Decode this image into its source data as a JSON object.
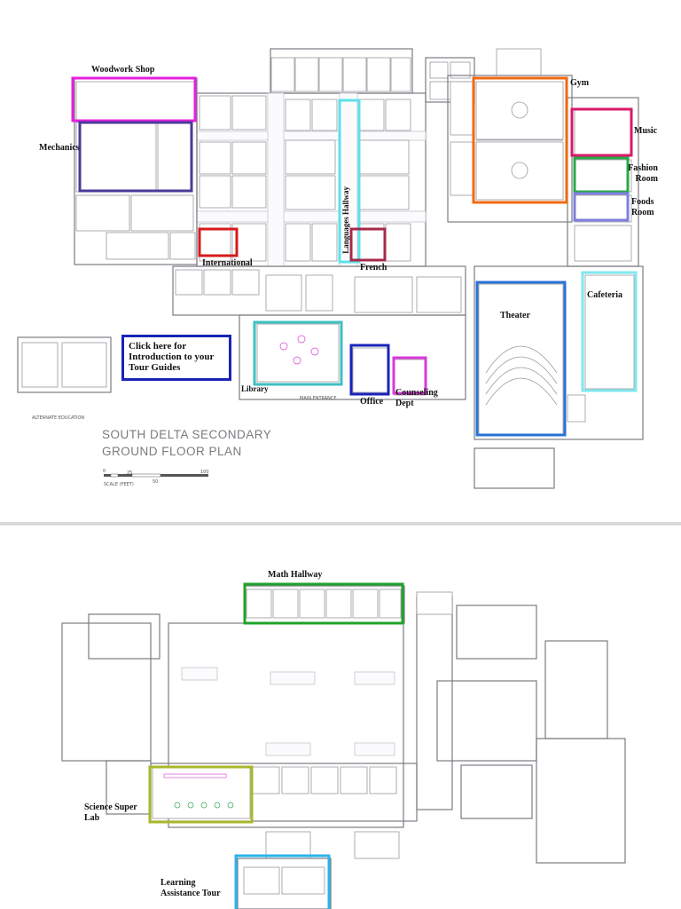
{
  "ground_floor": {
    "title_line1": "SOUTH DELTA SECONDARY",
    "title_line2": "GROUND FLOOR PLAN",
    "alternate_education": "ALTERNATE EDUCATION",
    "scale_caption": "SCALE (FEET)",
    "scale_ticks": [
      "0",
      "25",
      "50",
      "100"
    ],
    "main_entrance": "MAIN ENTRANCE",
    "intro_link": "Click here for Introduction to your Tour Guides",
    "areas": {
      "woodwork_shop": "Woodwork Shop",
      "mechanics": "Mechanics",
      "international": "International",
      "languages_hallway": "Languages Hallway",
      "french": "French",
      "gym": "Gym",
      "music": "Music",
      "fashion_room": "Fashion Room",
      "foods_room": "Foods Room",
      "theater": "Theater",
      "cafeteria": "Cafeteria",
      "library": "Library",
      "office": "Office",
      "counseling_dept": "Counseling Dept"
    }
  },
  "second_floor": {
    "areas": {
      "math_hallway": "Math Hallway",
      "science_super_lab": "Science Super Lab",
      "learning_assistance_tour": "Learning Assistance Tour"
    }
  },
  "highlight_colors": {
    "woodwork_shop": "#e61ee0",
    "mechanics": "#4b3a9a",
    "international": "#d61a1a",
    "languages_hallway": "#5ee0ea",
    "french": "#a52a4a",
    "gym": "#f06a10",
    "music": "#d81a6a",
    "fashion_room": "#2aa84a",
    "foods_room": "#7f7fe0",
    "theater": "#2a73d6",
    "cafeteria": "#7fe8ee",
    "library": "#3ec0c0",
    "office": "#1a23b8",
    "counseling_dept": "#d83ad8",
    "intro_link": "#1a23b8",
    "math_hallway": "#1fa32a",
    "science_super_lab": "#a8b82a",
    "learning_assistance_tour": "#2ab4ea"
  }
}
